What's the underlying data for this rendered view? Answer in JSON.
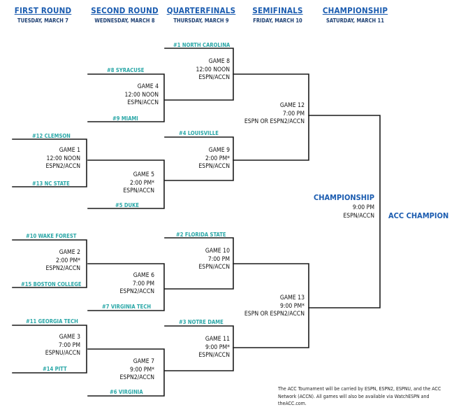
{
  "headers": [
    {
      "title": "FIRST ROUND",
      "date": "TUESDAY, MARCH 7"
    },
    {
      "title": "SECOND ROUND",
      "date": "WEDNESDAY, MARCH 8"
    },
    {
      "title": "QUARTERFINALS",
      "date": "THURSDAY, MARCH 9"
    },
    {
      "title": "SEMIFINALS",
      "date": "FRIDAY, MARCH 10"
    },
    {
      "title": "CHAMPIONSHIP",
      "date": "SATURDAY, MARCH 11"
    }
  ],
  "teams": {
    "t1": "#1 NORTH CAROLINA",
    "t8": "#8 SYRACUSE",
    "t9": "#9 MIAMI",
    "t4": "#4 LOUISVILLE",
    "t12": "#12 CLEMSON",
    "t13": "#13 NC STATE",
    "t5": "#5 DUKE",
    "t10": "#10 WAKE FOREST",
    "t2": "#2 FLORIDA STATE",
    "t15": "#15 BOSTON COLLEGE",
    "t7": "#7 VIRGINIA TECH",
    "t11": "#11 GEORGIA TECH",
    "t3": "#3 NOTRE DAME",
    "t14": "#14 PITT",
    "t6": "#6 VIRGINIA"
  },
  "games": {
    "g1": [
      "GAME 1",
      "12:00 NOON",
      "ESPN2/ACCN"
    ],
    "g2": [
      "GAME 2",
      "2:00 PM*",
      "ESPN2/ACCN"
    ],
    "g3": [
      "GAME 3",
      "7:00 PM",
      "ESPNU/ACCN"
    ],
    "g4": [
      "GAME 4",
      "12:00 NOON",
      "ESPN/ACCN"
    ],
    "g5": [
      "GAME 5",
      "2:00 PM*",
      "ESPN/ACCN"
    ],
    "g6": [
      "GAME 6",
      "7:00 PM",
      "ESPN2/ACCN"
    ],
    "g7": [
      "GAME 7",
      "9:00 PM*",
      "ESPN2/ACCN"
    ],
    "g8": [
      "GAME 8",
      "12:00 NOON",
      "ESPN/ACCN"
    ],
    "g9": [
      "GAME 9",
      "2:00 PM*",
      "ESPN/ACCN"
    ],
    "g10": [
      "GAME 10",
      "7:00 PM",
      "ESPN/ACCN"
    ],
    "g11": [
      "GAME 11",
      "9:00 PM*",
      "ESPN/ACCN"
    ],
    "g12": [
      "GAME 12",
      "7:00 PM",
      "ESPN OR ESPN2/ACCN"
    ],
    "g13": [
      "GAME 13",
      "9:00 PM*",
      "ESPN OR ESPN2/ACCN"
    ]
  },
  "championship": {
    "title": "CHAMPIONSHIP",
    "time": "9:00 PM",
    "network": "ESPN/ACCN"
  },
  "champion_label": "ACC CHAMPION",
  "footnote": "The ACC Tournament will be carried by ESPN, ESPN2, ESPNU, and the ACC Network (ACCN). All games will also be available via WatchESPN and theACC.com.",
  "colors": {
    "line": "#1a1a1a",
    "team": "#2aa7a7",
    "header": "#1b5cb0"
  }
}
